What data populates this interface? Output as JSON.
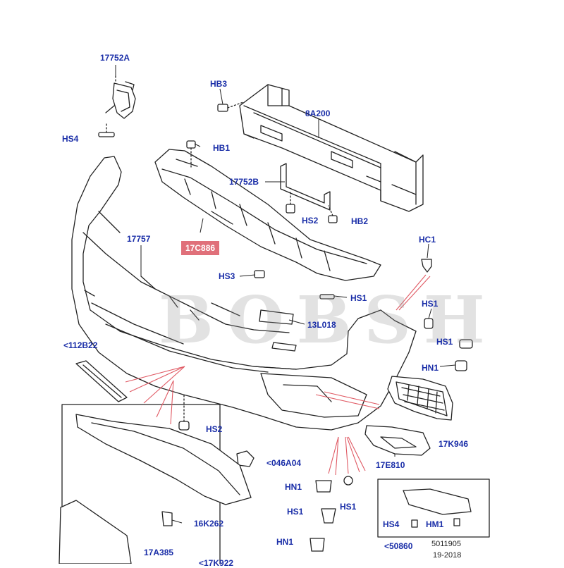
{
  "diagram": {
    "watermark": "BOBSH",
    "labels": {
      "p17752A": "17752A",
      "hb3": "HB3",
      "p8A200": "8A200",
      "hs4_top": "HS4",
      "hb1": "HB1",
      "p17752B": "17752B",
      "hs2_top": "HS2",
      "hb2": "HB2",
      "p17757": "17757",
      "p17C886": "17C886",
      "hc1": "HC1",
      "hs3": "HS3",
      "hs1_mid": "HS1",
      "p13L018": "13L018",
      "hs1_right": "HS1",
      "p112B22": "<112B22",
      "hs1_right2": "HS1",
      "hn1_right": "HN1",
      "hs2_low": "HS2",
      "p17K946": "17K946",
      "p046A04": "<046A04",
      "p17E810": "17E810",
      "hn1_low": "HN1",
      "hs1_low": "HS1",
      "hs1_low2": "HS1",
      "p16K262": "16K262",
      "hs4_box": "HS4",
      "hm1": "HM1",
      "p50860": "<50860",
      "hn1_bottom": "HN1",
      "p17A385": "17A385",
      "p17K922_partial": "<17K922"
    },
    "reference": {
      "code": "5011905",
      "date": "19-2018"
    }
  }
}
